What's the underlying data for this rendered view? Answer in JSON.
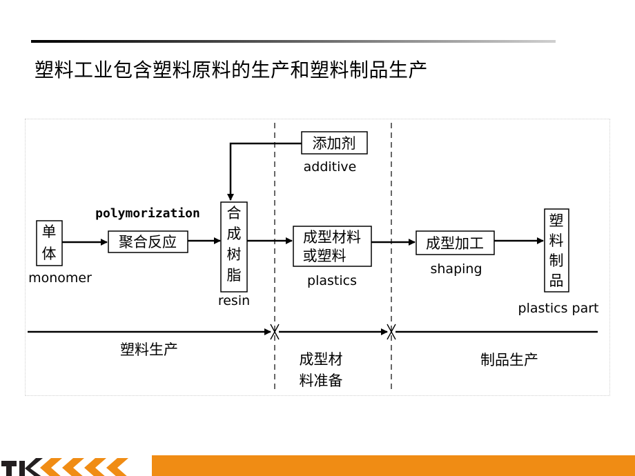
{
  "slide": {
    "title": "塑料工业包含塑料原料的生产和塑料制品生产"
  },
  "diagram": {
    "monomer": {
      "zh": [
        "单",
        "体"
      ],
      "en": "monomer"
    },
    "polymerization": {
      "zh": "聚合反应",
      "en": "polymorization"
    },
    "resin": {
      "zh": [
        "合",
        "成",
        "树",
        "脂"
      ],
      "en": "resin"
    },
    "additive": {
      "zh": "添加剂",
      "en": "additive"
    },
    "plastics": {
      "zh": [
        "成型材料",
        "或塑料"
      ],
      "en": "plastics"
    },
    "shaping": {
      "zh": "成型加工",
      "en": "shaping"
    },
    "plastics_part": {
      "zh": [
        "塑",
        "料",
        "制",
        "品"
      ],
      "en": "plastics part"
    },
    "stages": [
      {
        "zh": [
          "塑料生产"
        ]
      },
      {
        "zh": [
          "成型材",
          "料准备"
        ]
      },
      {
        "zh": [
          "制品生产"
        ]
      }
    ]
  },
  "colors": {
    "accent": "#f08c14",
    "logo": "#231f20"
  }
}
